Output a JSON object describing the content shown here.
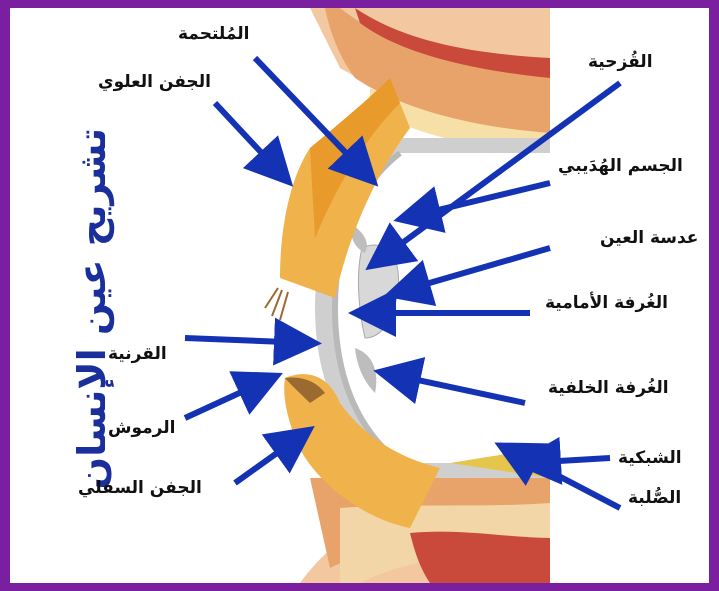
{
  "title": "تشريح عين الإنسان",
  "labels": {
    "conjunctiva": "المُلتحمة",
    "upper_eyelid": "الجفن العلوي",
    "iris": "القُزحية",
    "ciliary_body": "الجسم الهُدَيبي",
    "lens": "عدسة العين",
    "anterior_chamber": "الغُرفة الأمامية",
    "cornea": "القرنية",
    "posterior_chamber": "الغُرفة الخلفية",
    "eyelashes": "الرموش",
    "retina": "الشبكية",
    "lower_eyelid": "الجفن السفلي",
    "sclera": "الصُّلبة"
  },
  "colors": {
    "frame": "#7a1fa0",
    "arrow": "#1432b4",
    "title": "#1a2f9c"
  }
}
